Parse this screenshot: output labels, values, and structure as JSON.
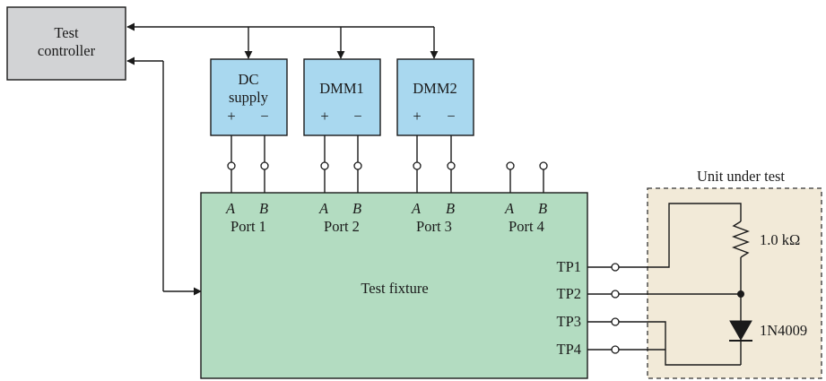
{
  "controller": {
    "line1": "Test",
    "line2": "controller"
  },
  "instruments": {
    "dc_supply": {
      "line1": "DC",
      "line2": "supply",
      "plus": "+",
      "minus": "−"
    },
    "dmm1": {
      "label": "DMM1",
      "plus": "+",
      "minus": "−"
    },
    "dmm2": {
      "label": "DMM2",
      "plus": "+",
      "minus": "−"
    }
  },
  "fixture": {
    "label": "Test fixture",
    "ports": [
      {
        "a": "A",
        "b": "B",
        "name": "Port 1"
      },
      {
        "a": "A",
        "b": "B",
        "name": "Port 2"
      },
      {
        "a": "A",
        "b": "B",
        "name": "Port 3"
      },
      {
        "a": "A",
        "b": "B",
        "name": "Port 4"
      }
    ],
    "test_points": [
      "TP1",
      "TP2",
      "TP3",
      "TP4"
    ]
  },
  "uut": {
    "title": "Unit under test",
    "resistor_label": "1.0 kΩ",
    "diode_label": "1N4009"
  },
  "colors": {
    "controller_fill": "#d2d3d5",
    "instrument_fill": "#a9d8ef",
    "fixture_fill": "#b3dcc1",
    "uut_fill": "#f2ead8"
  }
}
